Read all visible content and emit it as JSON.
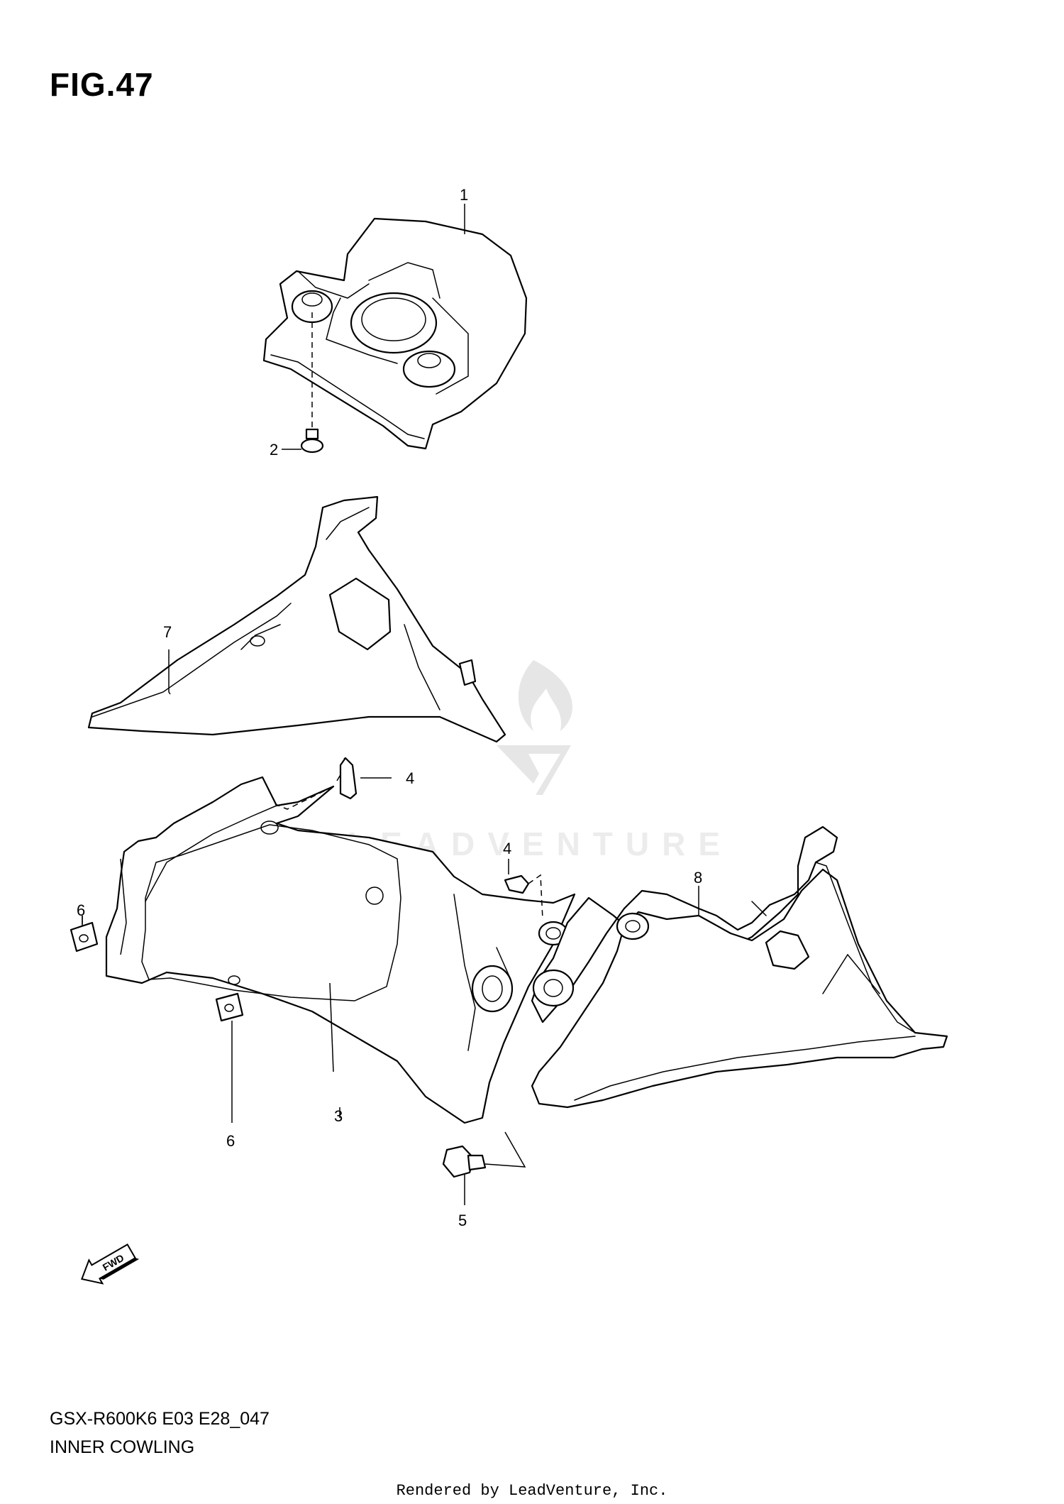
{
  "figure": {
    "title": "FIG.47",
    "model_code": "GSX-R600K6 E03 E28_047",
    "section_name": "INNER COWLING"
  },
  "watermark": {
    "text": "LEADVENTURE"
  },
  "callouts": {
    "c1": "1",
    "c2": "2",
    "c3": "3",
    "c4a": "4",
    "c4b": "4",
    "c5": "5",
    "c6a": "6",
    "c6b": "6",
    "c7": "7",
    "c8": "8"
  },
  "fwd_label": "FWD",
  "footer": {
    "rendered_by": "Rendered by LeadVenture, Inc."
  }
}
